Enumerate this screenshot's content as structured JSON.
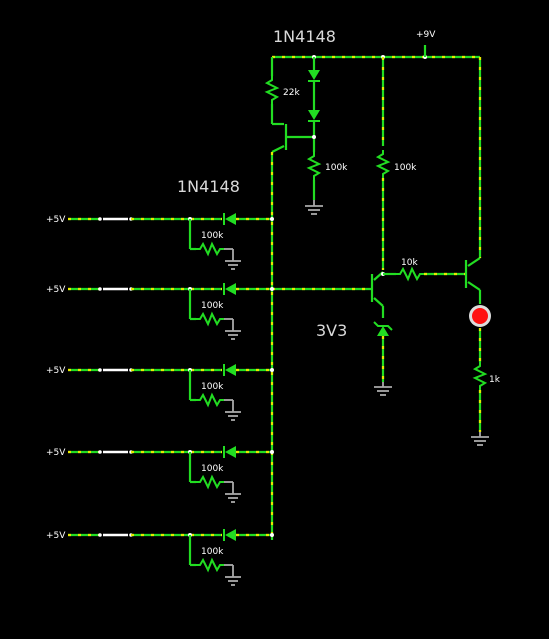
{
  "labels": {
    "top_diode": "1N4148",
    "left_diode": "1N4148",
    "supply_top": "+9V",
    "zener": "3V3",
    "r_top_left": "22k",
    "r_top_mid": "100k",
    "r_top_right": "100k",
    "r_base": "10k",
    "r_led": "1k",
    "pulldown": "100k",
    "input_supply": "+5V"
  },
  "inputs": [
    {
      "supply": "+5V",
      "pulldown": "100k"
    },
    {
      "supply": "+5V",
      "pulldown": "100k"
    },
    {
      "supply": "+5V",
      "pulldown": "100k"
    },
    {
      "supply": "+5V",
      "pulldown": "100k"
    },
    {
      "supply": "+5V",
      "pulldown": "100k"
    }
  ],
  "colors": {
    "wire": "#22dd22",
    "current": "#e8e800",
    "led": "#ff1111",
    "background": "#000000",
    "ground": "#aaaaaa"
  }
}
